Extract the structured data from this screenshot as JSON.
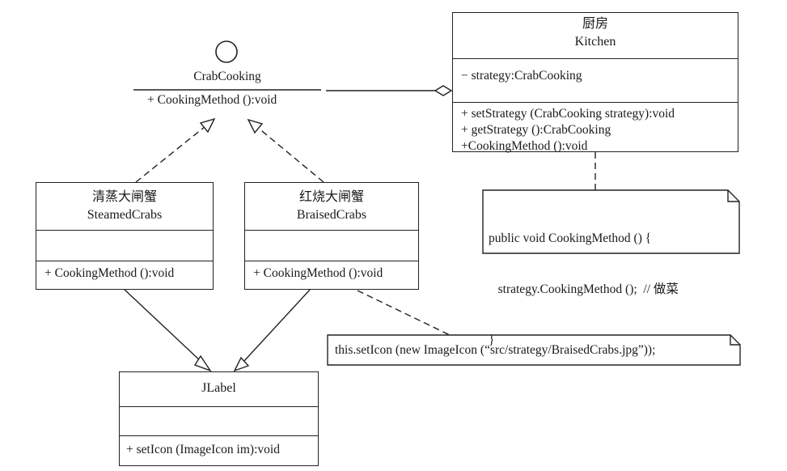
{
  "interface": {
    "name": "CrabCooking",
    "operation": "+ CookingMethod ():void"
  },
  "kitchen": {
    "name_cn": "厨房",
    "name_en": "Kitchen",
    "attribute": "− strategy:CrabCooking",
    "operations": [
      "+ setStrategy (CrabCooking strategy):void",
      "+ getStrategy ():CrabCooking",
      "+CookingMethod ():void"
    ]
  },
  "steamed": {
    "name_cn": "清蒸大闸蟹",
    "name_en": "SteamedCrabs",
    "operation": "+ CookingMethod ():void"
  },
  "braised": {
    "name_cn": "红烧大闸蟹",
    "name_en": "BraisedCrabs",
    "operation": "+ CookingMethod ():void"
  },
  "jlabel": {
    "name": "JLabel",
    "operation": "+ setIcon (ImageIcon im):void"
  },
  "kitchen_note": {
    "lines": [
      "public void CookingMethod () {",
      "   strategy.CookingMethod ();  // 做菜",
      "}"
    ]
  },
  "braised_note": {
    "text": "this.setIcon (new ImageIcon (“src/strategy/BraisedCrabs.jpg”));"
  },
  "colors": {
    "line": "#222222",
    "background": "#ffffff"
  }
}
